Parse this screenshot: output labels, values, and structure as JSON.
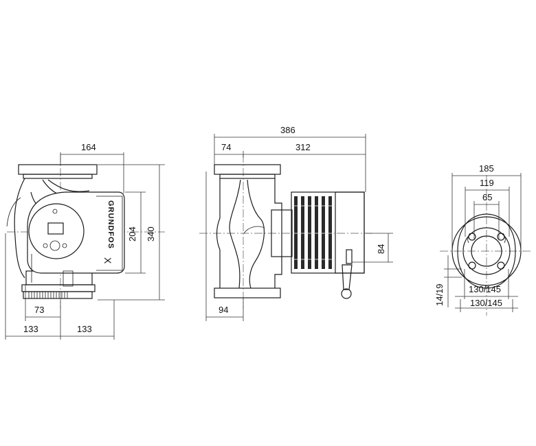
{
  "brand": {
    "logo_text": "GRUNDFOS",
    "logo_mark": "X"
  },
  "views": {
    "front": {
      "dims": {
        "width_top": "164",
        "height_inner": "204",
        "height_total": "340",
        "offset_a": "73",
        "left_half": "133",
        "right_half": "133"
      }
    },
    "side": {
      "dims": {
        "total_length": "386",
        "flange_part": "74",
        "motor_part": "312",
        "shaft_height": "84",
        "bottom_offset": "94"
      }
    },
    "flange": {
      "dims": {
        "outer_dia": "185",
        "bolt_circle": "119",
        "bore": "65",
        "hole_dia": "14/19",
        "bolt_pitch_a": "130/145",
        "bolt_pitch_b": "130/145"
      }
    }
  }
}
